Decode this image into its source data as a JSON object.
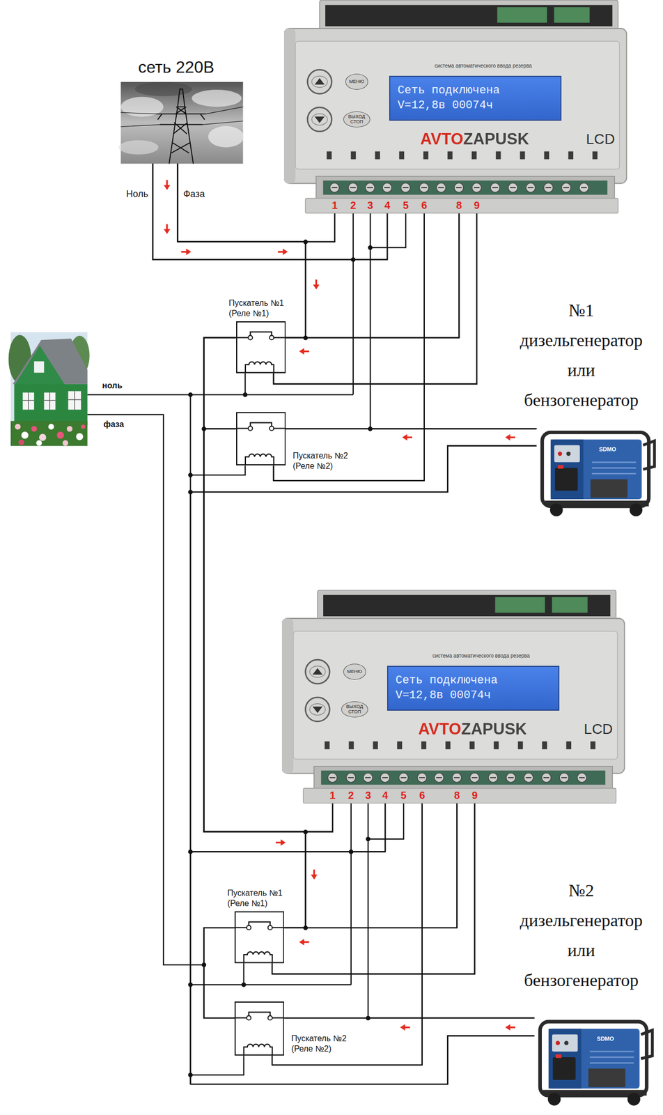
{
  "diagram": {
    "nodes": [
      {
        "text": [
          "сеть 220В"
        ]
      },
      {
        "text": [
          "система автоматического ввода резерва",
          "AVTOZAPUSK",
          "LCD"
        ]
      },
      {
        "text": [
          "Сеть подключена",
          "V=12,8в 00074ч"
        ],
        "in": 1
      },
      {
        "text": [
          "МЕНЮ"
        ],
        "in": 1
      },
      {
        "text": [
          "ВЫХОД СТОП"
        ],
        "in": 1
      },
      {
        "text": [
          "Пускатель №1 (Реле №1)"
        ]
      },
      {
        "text": [
          "№1",
          "дизельгенератор или бензогенератор"
        ]
      },
      {
        "text": [
          "Пускатель №2 (Реле №2)"
        ]
      },
      {
        "text": [
          "система автоматического ввода резерва",
          "AVTOZAPUSK",
          "LCD"
        ]
      },
      {
        "text": [
          "Сеть подключена",
          "V=12,8в 00074ч"
        ],
        "in": 8
      },
      {
        "text": [
          "МЕНЮ"
        ],
        "in": 8
      },
      {
        "text": [
          "ВЫХОД СТОП"
        ],
        "in": 8
      },
      {
        "text": [
          "Пускатель №1 (Реле №1)"
        ]
      },
      {
        "text": [
          "№2",
          "дизельгенератор или бензогенератор"
        ]
      },
      {
        "text": [
          "Пускатель №2 (Реле №2)"
        ]
      }
    ],
    "edges": [
      {
        "from": 0,
        "to": 1,
        "arrow": "none"
      },
      {
        "from": 0,
        "to": 5,
        "arrow": "none"
      },
      {
        "from": 0,
        "to": 1,
        "arrow": "none"
      },
      {
        "from": 1,
        "to": 5,
        "arrow": "none"
      },
      {
        "from": 1,
        "to": 5,
        "arrow": "none"
      },
      {
        "from": 1,
        "to": 7,
        "arrow": "none"
      },
      {
        "from": 6,
        "to": 7,
        "arrow": "none"
      },
      {
        "from": 6,
        "to": 1,
        "arrow": "none"
      },
      {
        "from": 5,
        "to": 8,
        "arrow": "none"
      },
      {
        "from": 7,
        "to": 8,
        "arrow": "none"
      },
      {
        "from": 5,
        "to": 12,
        "arrow": "none"
      },
      {
        "from": 7,
        "to": 12,
        "arrow": "none"
      },
      {
        "from": 8,
        "to": 12,
        "arrow": "none"
      },
      {
        "from": 8,
        "to": 12,
        "arrow": "none"
      },
      {
        "from": 8,
        "to": 14,
        "arrow": "none"
      },
      {
        "from": 13,
        "to": 14,
        "arrow": "none"
      },
      {
        "from": 13,
        "to": 8,
        "arrow": "none"
      },
      {
        "from": 12,
        "to": 14,
        "arrow": "none"
      },
      {
        "from": 6,
        "to": 8,
        "arrow": "none"
      },
      {
        "from": 13,
        "to": 8,
        "arrow": "none"
      }
    ],
    "labels": [
      "Ноль",
      "Фаза",
      "ноль",
      "фаза",
      "1",
      "2",
      "3",
      "4",
      "5",
      "6",
      "8",
      "9",
      "1",
      "2",
      "3",
      "4",
      "5",
      "6",
      "8",
      "9",
      "SDMO",
      "SDMO"
    ]
  }
}
